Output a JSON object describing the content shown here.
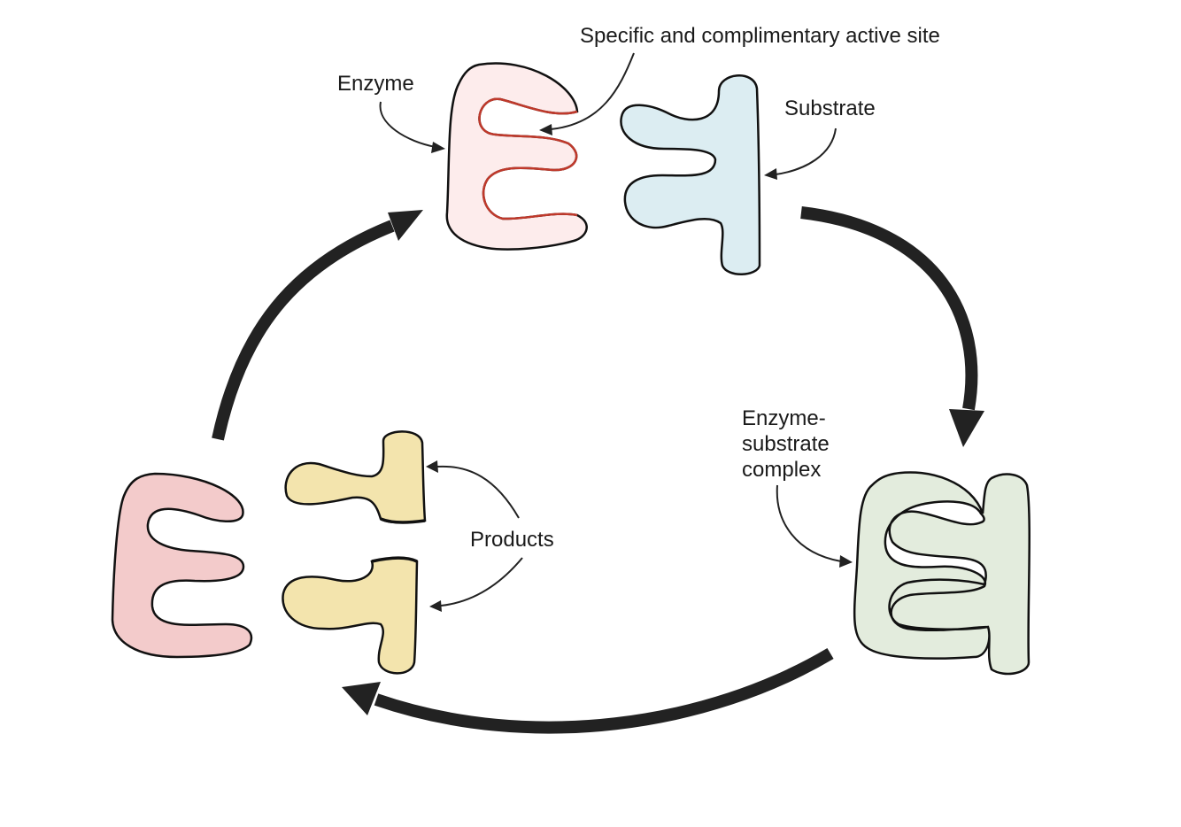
{
  "labels": {
    "enzyme": "Enzyme",
    "active_site": "Specific and complimentary active site",
    "substrate": "Substrate",
    "complex_line1": "Enzyme-",
    "complex_line2": "substrate",
    "complex_line3": "complex",
    "products": "Products"
  },
  "colors": {
    "enzyme_fill": "#fdecec",
    "active_site_stroke": "#c0392b",
    "substrate_fill": "#dcedf2",
    "complex_fill": "#e3ecdd",
    "product_fill": "#f3e4ad",
    "released_enzyme_fill": "#f3cbcb",
    "outline": "#111111",
    "cycle_arrow": "#222222"
  }
}
